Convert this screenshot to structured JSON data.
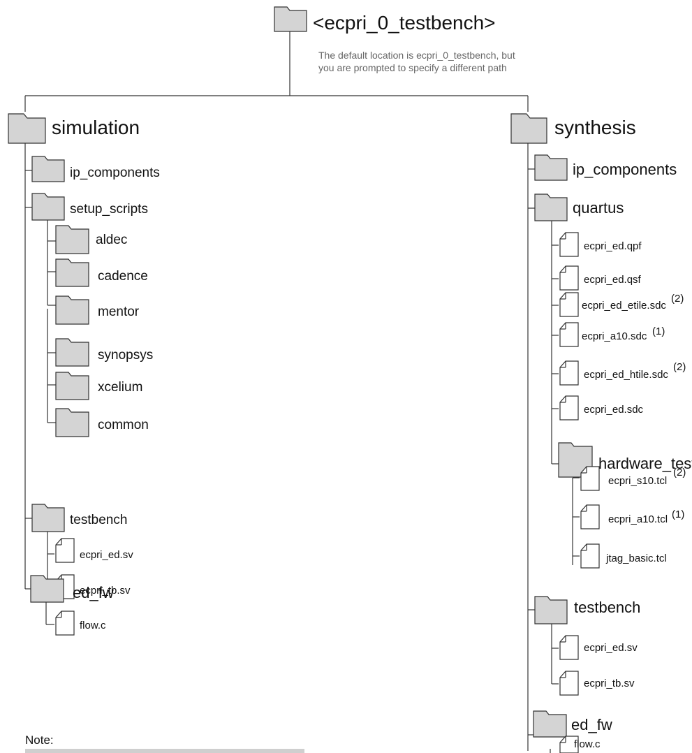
{
  "root": {
    "label": "<ecpri_0_testbench>",
    "note_line1": "The default location is ecpri_0_testbench, but",
    "note_line2": "you are prompted to specify a different path"
  },
  "simulation": {
    "label": "simulation",
    "ip_components": "ip_components",
    "setup_scripts": "setup_scripts",
    "setup_children": [
      "aldec",
      "cadence",
      "mentor",
      "synopsys",
      "xcelium",
      "common"
    ],
    "testbench": "testbench",
    "testbench_files": [
      "ecpri_ed.sv",
      "ecpri_tb.sv"
    ],
    "ed_fw": "ed_fw",
    "ed_fw_files": [
      "flow.c"
    ]
  },
  "synthesis": {
    "label": "synthesis",
    "ip_components": "ip_components",
    "quartus": "quartus",
    "quartus_files": [
      {
        "name": "ecpri_ed.qpf",
        "note": ""
      },
      {
        "name": "ecpri_ed.qsf",
        "note": ""
      },
      {
        "name": "ecpri_ed_etile.sdc",
        "note": "(2)"
      },
      {
        "name": "ecpri_a10.sdc",
        "note": "(1)"
      },
      {
        "name": "ecpri_ed_htile.sdc",
        "note": "(2)"
      },
      {
        "name": "ecpri_ed.sdc",
        "note": ""
      }
    ],
    "hardware_test": "hardware_test",
    "hardware_test_files": [
      {
        "name": "ecpri_s10.tcl",
        "note": "(2)"
      },
      {
        "name": "ecpri_a10.tcl",
        "note": "(1)"
      },
      {
        "name": "jtag_basic.tcl",
        "note": ""
      }
    ],
    "testbench": "testbench",
    "testbench_files": [
      "ecpri_ed.sv",
      "ecpri_tb.sv"
    ],
    "ed_fw": "ed_fw",
    "ed_fw_files": [
      "flow.c"
    ]
  },
  "footer": {
    "note_label": "Note:"
  }
}
